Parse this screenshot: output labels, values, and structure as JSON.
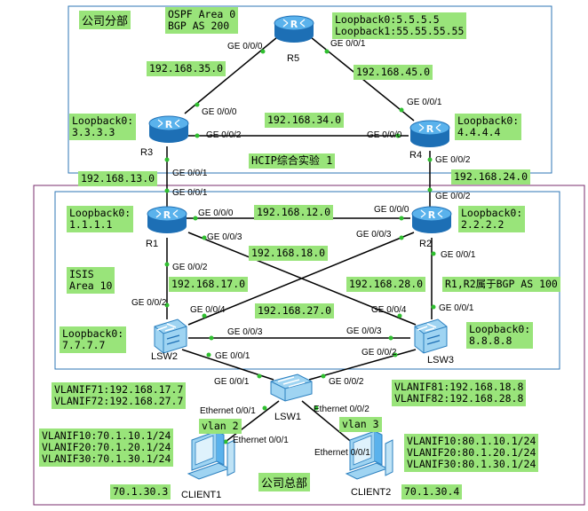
{
  "areas": {
    "branch_title": "公司分部",
    "hq_title": "公司总部",
    "branch_info": "OSPF Area 0\nBGP AS 200",
    "lab_title": "HCIP综合实验 1",
    "isis_info": "ISIS\nArea 10",
    "bgp_note": "R1,R2属于BGP AS 100"
  },
  "devices": {
    "r5": "R5",
    "r3": "R3",
    "r4": "R4",
    "r1": "R1",
    "r2": "R2",
    "lsw1": "LSW1",
    "lsw2": "LSW2",
    "lsw3": "LSW3",
    "client1": "CLIENT1",
    "client2": "CLIENT2"
  },
  "loopbacks": {
    "r5": "Loopback0:5.5.5.5\nLoopback1:55.55.55.55",
    "r3": "Loopback0:\n3.3.3.3",
    "r4": "Loopback0:\n4.4.4.4",
    "r1": "Loopback0:\n1.1.1.1",
    "r2": "Loopback0:\n2.2.2.2",
    "lsw2": "Loopback0:\n7.7.7.7",
    "lsw3": "Loopback0:\n8.8.8.8"
  },
  "subnets": {
    "r3_r5": "192.168.35.0",
    "r4_r5": "192.168.45.0",
    "r3_r4": "192.168.34.0",
    "r1_r3": "192.168.13.0",
    "r2_r4": "192.168.24.0",
    "r1_r2": "192.168.12.0",
    "r1_lsw3": "192.168.18.0",
    "r1_lsw2": "192.168.17.0",
    "r2_lsw3": "192.168.28.0",
    "r2_lsw2": "192.168.27.0"
  },
  "vlanif": {
    "lsw2": "VLANIF71:192.168.17.7\nVLANIF72:192.168.27.7",
    "lsw3": "VLANIF81:192.168.18.8\nVLANIF82:192.168.28.8",
    "lsw2_clients": "VLANIF10:70.1.10.1/24\nVLANIF20:70.1.20.1/24\nVLANIF30:70.1.30.1/24",
    "lsw3_clients": "VLANIF10:80.1.10.1/24\nVLANIF20:80.1.20.1/24\nVLANIF30:80.1.30.1/24"
  },
  "vlans": {
    "client1": "vlan 2",
    "client2": "vlan 3"
  },
  "hosts": {
    "client1_ip": "70.1.30.3",
    "client2_ip": "70.1.30.4"
  },
  "ports": {
    "r5_g000": "GE 0/0/0",
    "r5_g001": "GE 0/0/1",
    "r3_g000": "GE 0/0/0",
    "r3_g002": "GE 0/0/2",
    "r3_g001": "GE 0/0/1",
    "r4_g001": "GE 0/0/1",
    "r4_g000": "GE 0/0/0",
    "r4_g002": "GE 0/0/2",
    "r1_g001": "GE 0/0/1",
    "r1_g000": "GE 0/0/0",
    "r1_g003": "GE 0/0/3",
    "r1_g002": "GE 0/0/2",
    "r2_g000": "GE 0/0/0",
    "r2_g002": "GE 0/0/2",
    "r2_g003": "GE 0/0/3",
    "r2_g001": "GE 0/0/1",
    "lsw2_g002": "GE 0/0/2",
    "lsw2_g004": "GE 0/0/4",
    "lsw2_g003": "GE 0/0/3",
    "lsw2_g001": "GE 0/0/1",
    "lsw3_g004": "GE 0/0/4",
    "lsw3_g001": "GE 0/0/1",
    "lsw3_g003": "GE 0/0/3",
    "lsw3_g002": "GE 0/0/2",
    "lsw1_g001": "GE 0/0/1",
    "lsw1_g002": "GE 0/0/2",
    "lsw1_e001": "Ethernet 0/0/1",
    "lsw1_e002": "Ethernet 0/0/2",
    "client1_e001": "Ethernet 0/0/1",
    "client2_e001": "Ethernet 0/0/1"
  },
  "colors": {
    "label_bg": "#99e47a",
    "frame_branch": "#2e75b6",
    "frame_hq": "#7a2d6e",
    "frame_isis": "#2e75b6",
    "router_body": "#2a8fd6",
    "switch_body": "#5bb8e6",
    "link": "#000000",
    "port_dot": "#2fbf2f"
  }
}
